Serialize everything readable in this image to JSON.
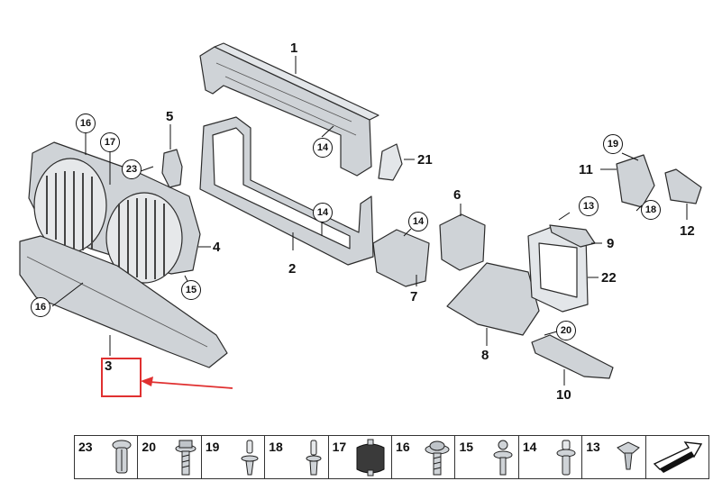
{
  "diagram": {
    "part_labels": [
      {
        "id": "p1",
        "text": "1"
      },
      {
        "id": "p2",
        "text": "2"
      },
      {
        "id": "p3",
        "text": "3"
      },
      {
        "id": "p4",
        "text": "4"
      },
      {
        "id": "p5",
        "text": "5"
      },
      {
        "id": "p6",
        "text": "6"
      },
      {
        "id": "p7",
        "text": "7"
      },
      {
        "id": "p8",
        "text": "8"
      },
      {
        "id": "p9",
        "text": "9"
      },
      {
        "id": "p10",
        "text": "10"
      },
      {
        "id": "p11",
        "text": "11"
      },
      {
        "id": "p12",
        "text": "12"
      },
      {
        "id": "p21",
        "text": "21"
      },
      {
        "id": "p22",
        "text": "22"
      }
    ],
    "circled_labels": [
      {
        "id": "c16a",
        "text": "16"
      },
      {
        "id": "c17",
        "text": "17"
      },
      {
        "id": "c23",
        "text": "23"
      },
      {
        "id": "c15",
        "text": "15"
      },
      {
        "id": "c16b",
        "text": "16"
      },
      {
        "id": "c14a",
        "text": "14"
      },
      {
        "id": "c14b",
        "text": "14"
      },
      {
        "id": "c14c",
        "text": "14"
      },
      {
        "id": "c13",
        "text": "13"
      },
      {
        "id": "c19",
        "text": "19"
      },
      {
        "id": "c18",
        "text": "18"
      },
      {
        "id": "c20",
        "text": "20"
      }
    ],
    "highlight": {
      "color": "#e03030",
      "target_label": "3"
    }
  },
  "fasteners": [
    {
      "num": "23",
      "icon": "expanding-rivet-icon"
    },
    {
      "num": "20",
      "icon": "hex-bolt-icon"
    },
    {
      "num": "19",
      "icon": "push-pin-icon"
    },
    {
      "num": "18",
      "icon": "push-rivet-icon"
    },
    {
      "num": "17",
      "icon": "rubber-mount-icon"
    },
    {
      "num": "16",
      "icon": "flange-screw-icon"
    },
    {
      "num": "15",
      "icon": "ball-stud-icon"
    },
    {
      "num": "14",
      "icon": "clip-pin-icon"
    },
    {
      "num": "13",
      "icon": "spring-nut-icon"
    },
    {
      "num": "",
      "icon": "assembly-arrow-icon"
    }
  ],
  "colors": {
    "part_fill": "#cfd3d7",
    "part_stroke": "#2b2b2b",
    "accent": "#e03030"
  }
}
